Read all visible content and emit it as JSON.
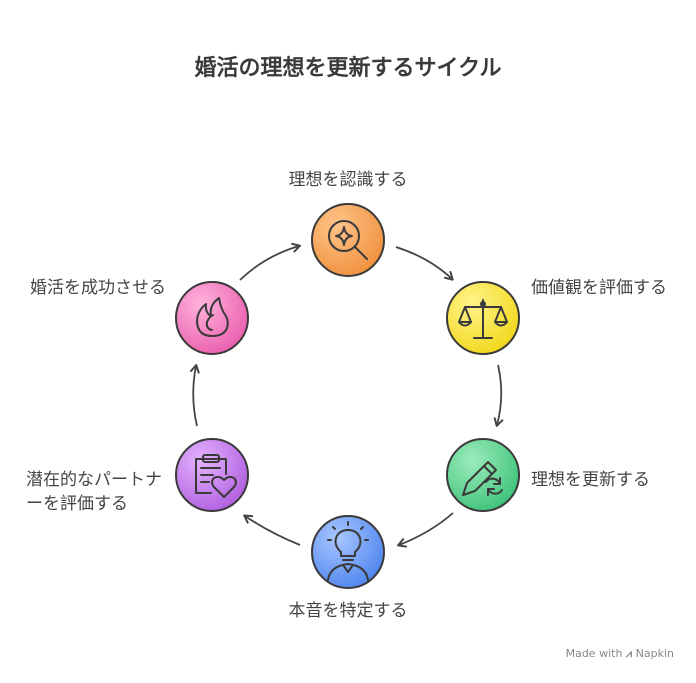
{
  "title": "婚活の理想を更新するサイクル",
  "steps": [
    {
      "label": "理想を認識する",
      "icon": "magnifier-sparkle-icon",
      "color": "#f3a35d"
    },
    {
      "label": "価値観を評価する",
      "icon": "balance-scale-icon",
      "color": "#f7e43a"
    },
    {
      "label": "理想を更新する",
      "icon": "pencil-refresh-icon",
      "color": "#5fd392"
    },
    {
      "label": "本音を特定する",
      "icon": "lightbulb-person-icon",
      "color": "#6f9ef5"
    },
    {
      "label": "潜在的なパートナーを評価する",
      "icon": "clipboard-heart-icon",
      "color": "#c47ce8"
    },
    {
      "label": "婚活を成功させる",
      "icon": "flame-icon",
      "color": "#f07ac0"
    }
  ],
  "footer": {
    "made_with": "Made with",
    "brand": "Napkin"
  }
}
